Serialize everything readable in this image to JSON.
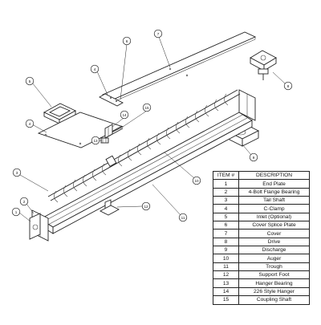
{
  "table": {
    "headers": [
      "ITEM #",
      "DESCRIPTION"
    ],
    "rows": [
      {
        "item": "1",
        "description": "End Plate"
      },
      {
        "item": "2",
        "description": "4-Bolt Flange Bearing"
      },
      {
        "item": "3",
        "description": "Tail Shaft"
      },
      {
        "item": "4",
        "description": "C-Clamp"
      },
      {
        "item": "5",
        "description": "Inlet (Optional)"
      },
      {
        "item": "6",
        "description": "Cover Splice Plate"
      },
      {
        "item": "7",
        "description": "Cover"
      },
      {
        "item": "8",
        "description": "Drive"
      },
      {
        "item": "9",
        "description": "Discharge"
      },
      {
        "item": "10",
        "description": "Auger"
      },
      {
        "item": "11",
        "description": "Trough"
      },
      {
        "item": "12",
        "description": "Support Foot"
      },
      {
        "item": "13",
        "description": "Hanger Bearing"
      },
      {
        "item": "14",
        "description": "226 Style Hanger"
      },
      {
        "item": "15",
        "description": "Coupling Shaft"
      }
    ]
  },
  "callouts": [
    "1",
    "2",
    "3",
    "4",
    "4",
    "5",
    "6",
    "7",
    "8",
    "9",
    "10",
    "11",
    "12",
    "13",
    "14",
    "15"
  ]
}
